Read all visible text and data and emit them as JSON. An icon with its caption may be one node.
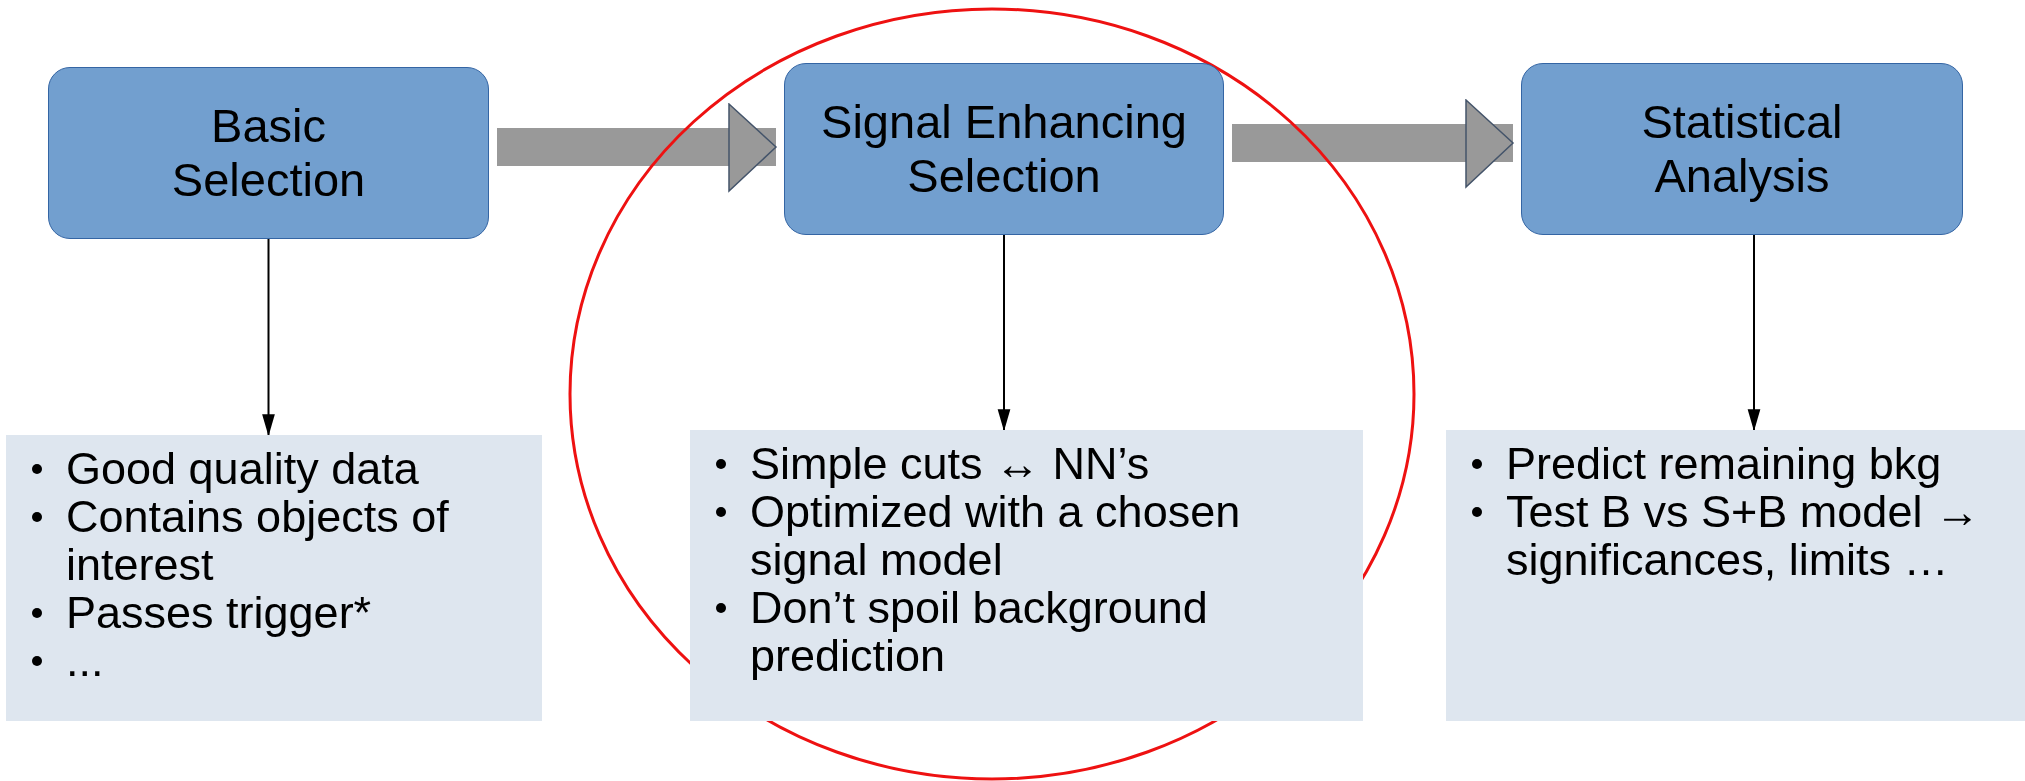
{
  "diagram": {
    "nodes": [
      {
        "text": [
          "Basic Selection"
        ]
      },
      {
        "text": [
          "Signal Enhancing Selection"
        ]
      },
      {
        "text": [
          "Statistical Analysis"
        ]
      },
      {
        "text": [
          "Good quality data",
          "Contains objects of interest",
          "Passes trigger*",
          "..."
        ]
      },
      {
        "text": [
          "Simple cuts ↔ NN’s",
          "Optimized with a chosen signal model",
          "Don’t spoil background prediction"
        ]
      },
      {
        "text": [
          "Predict remaining bkg",
          "Test B vs S+B model → significances, limits …"
        ]
      }
    ],
    "edges": [
      {
        "from": 0,
        "to": 1,
        "arrow": "to",
        "style": "thick",
        "color": "#999999"
      },
      {
        "from": 1,
        "to": 2,
        "arrow": "to",
        "style": "thick",
        "color": "#999999"
      },
      {
        "from": 0,
        "to": 3,
        "arrow": "to"
      },
      {
        "from": 1,
        "to": 4,
        "arrow": "to"
      },
      {
        "from": 2,
        "to": 5,
        "arrow": "to"
      }
    ]
  }
}
